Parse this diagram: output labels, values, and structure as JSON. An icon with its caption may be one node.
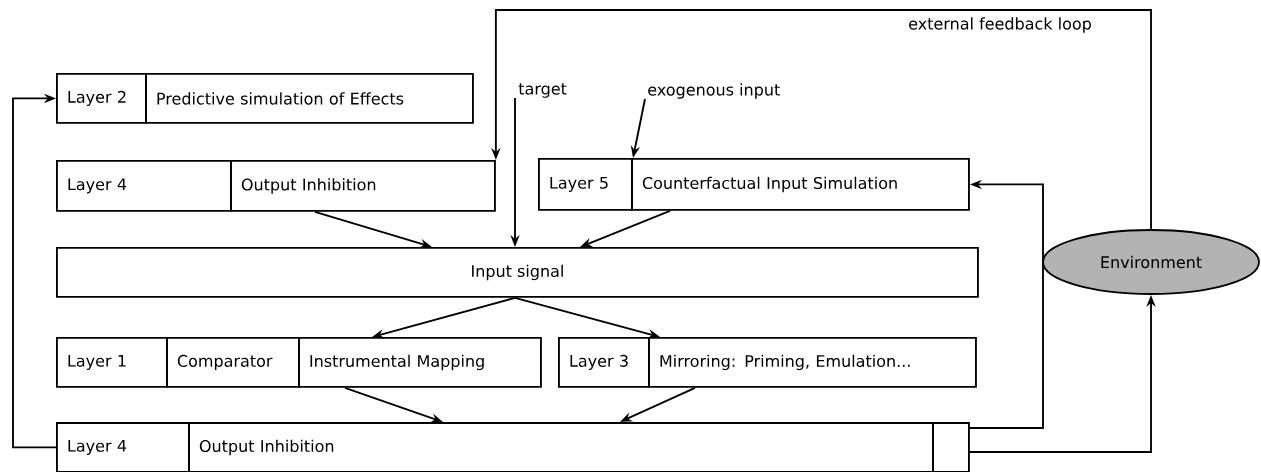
{
  "diagram": {
    "nodes": [
      {
        "text": [
          "Layer 2"
        ]
      },
      {
        "text": [
          "Predictive simulation of Effects"
        ]
      },
      {
        "text": [
          "Layer 4"
        ]
      },
      {
        "text": [
          "Output Inhibition"
        ]
      },
      {
        "text": [
          "target"
        ]
      },
      {
        "text": [
          "exogenous input"
        ]
      },
      {
        "text": [
          "Layer 5"
        ]
      },
      {
        "text": [
          "Counterfactual Input Simulation"
        ]
      },
      {
        "text": [
          "Input signal"
        ]
      },
      {
        "text": [
          "Layer 1"
        ]
      },
      {
        "text": [
          "Comparator"
        ]
      },
      {
        "text": [
          "Instrumental Mapping"
        ]
      },
      {
        "text": [
          "Layer 3"
        ]
      },
      {
        "text": [
          "Mirroring: Priming, Emulation..."
        ]
      },
      {
        "text": [
          "Layer 4"
        ]
      },
      {
        "text": [
          "Output Inhibition"
        ]
      },
      {
        "text": [],
        "shape": "box"
      },
      {
        "text": [
          "Environment"
        ]
      }
    ],
    "edges": [
      {
        "from": 3,
        "to": 8,
        "arrow": "to"
      },
      {
        "from": 4,
        "to": 8,
        "arrow": "to"
      },
      {
        "from": 7,
        "to": 8,
        "arrow": "to"
      },
      {
        "from": 5,
        "to": 7,
        "arrow": "to"
      },
      {
        "from": 8,
        "to": 11,
        "arrow": "to"
      },
      {
        "from": 8,
        "to": 13,
        "arrow": "to"
      },
      {
        "from": 11,
        "to": 15,
        "arrow": "to"
      },
      {
        "from": 13,
        "to": 15,
        "arrow": "to"
      },
      {
        "from": 14,
        "to": 0,
        "arrow": "to"
      },
      {
        "from": 16,
        "to": 7,
        "arrow": "to"
      },
      {
        "from": 16,
        "to": 17,
        "arrow": "to"
      },
      {
        "from": 17,
        "to": 3,
        "label": "external feedback loop",
        "arrow": "to"
      }
    ]
  }
}
